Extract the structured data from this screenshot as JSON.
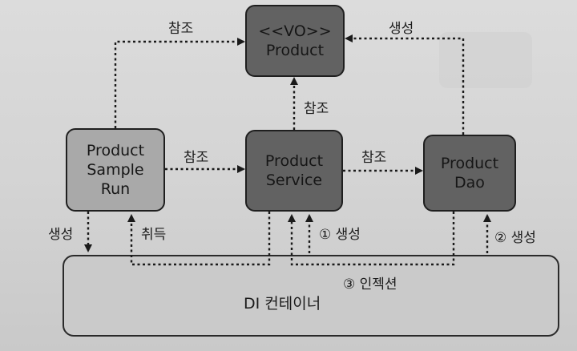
{
  "nodes": {
    "vo_product": "<<VO>>\nProduct",
    "sample_run": "Product\nSample\nRun",
    "service": "Product\nService",
    "dao": "Product\nDao",
    "container": "DI 컨테이너"
  },
  "edge_labels": {
    "run_to_vo": "참조",
    "dao_to_vo": "생성",
    "service_to_vo": "참조",
    "run_to_service": "참조",
    "service_to_dao": "참조",
    "container_creates_run": "생성",
    "run_obtains": "취득",
    "create_service": "① 생성",
    "create_dao": "② 생성",
    "inject": "③ 인젝션"
  },
  "colors": {
    "service_nodes": "#626262",
    "client_node": "#a9a9a9",
    "container": "#cacaca",
    "arrow": "#1a1a1a"
  }
}
